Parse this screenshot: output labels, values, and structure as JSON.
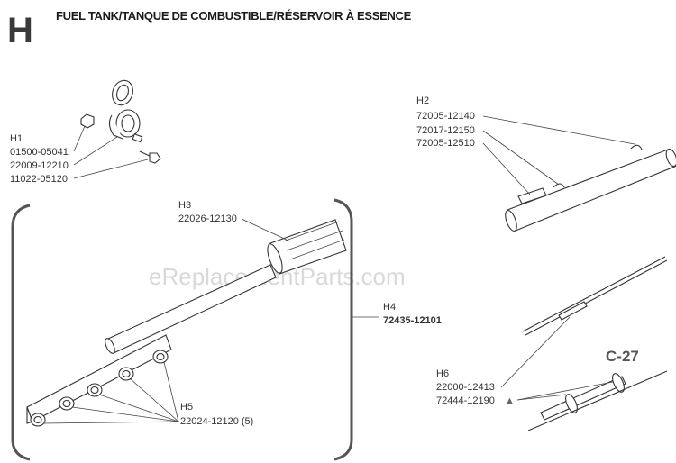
{
  "section_letter": "H",
  "title": "FUEL TANK/TANQUE DE COMBUSTIBLE/RÉSERVOIR À ESSENCE",
  "watermark": "eReplacementParts.com",
  "page_code": "C-27",
  "parts": {
    "h1": {
      "ref": "H1",
      "numbers": [
        "01500-05041",
        "22009-12210",
        "11022-05120"
      ]
    },
    "h2": {
      "ref": "H2",
      "numbers": [
        "72005-12140",
        "72017-12150",
        "72005-12510"
      ]
    },
    "h3": {
      "ref": "H3",
      "numbers": [
        "22026-12130"
      ]
    },
    "h4": {
      "ref": "H4",
      "numbers": [
        "72435-12101"
      ]
    },
    "h5": {
      "ref": "H5",
      "numbers": [
        "22024-12120 (5)"
      ]
    },
    "h6": {
      "ref": "H6",
      "numbers": [
        "22000-12413",
        "72444-12190"
      ]
    }
  },
  "h6_marker": "▲"
}
